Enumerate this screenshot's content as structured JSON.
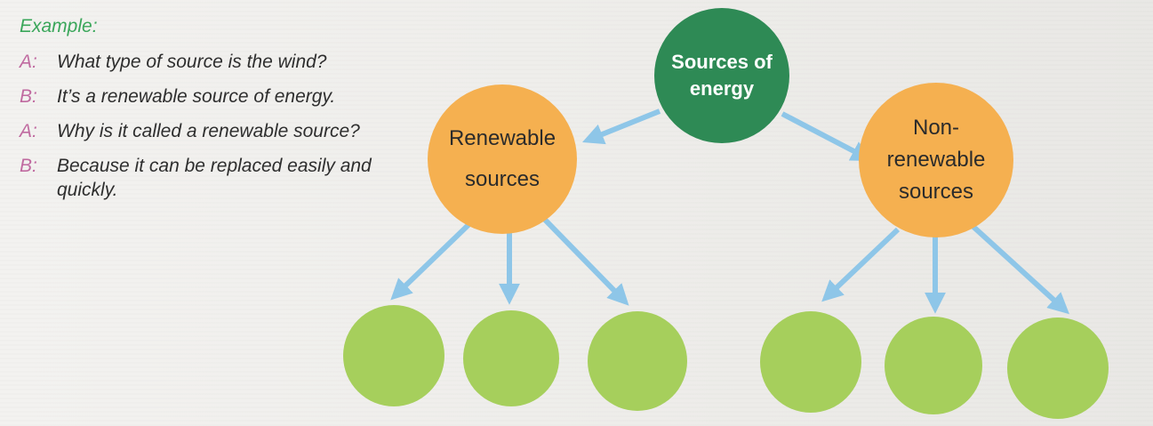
{
  "example": {
    "label": "Example:",
    "lines": [
      {
        "speaker": "A:",
        "text": "What type of source is the wind?"
      },
      {
        "speaker": "B:",
        "text": "It’s a renewable source of energy."
      },
      {
        "speaker": "A:",
        "text": "Why is it called a renewable source?"
      },
      {
        "speaker": "B:",
        "text": "Because it can be replaced easily and quickly."
      }
    ]
  },
  "diagram": {
    "root": {
      "label_line1": "Sources of",
      "label_line2": "energy",
      "color": "#2e8a55"
    },
    "renewable": {
      "label_line1": "Renewable",
      "label_line2": "sources",
      "color": "#f5b050"
    },
    "non_renewable": {
      "label_line1": "Non-",
      "label_line2": "renewable",
      "label_line3": "sources",
      "color": "#f5b050"
    },
    "leaf_color": "#a6cf5c",
    "arrow_color": "#8ec6e8"
  }
}
